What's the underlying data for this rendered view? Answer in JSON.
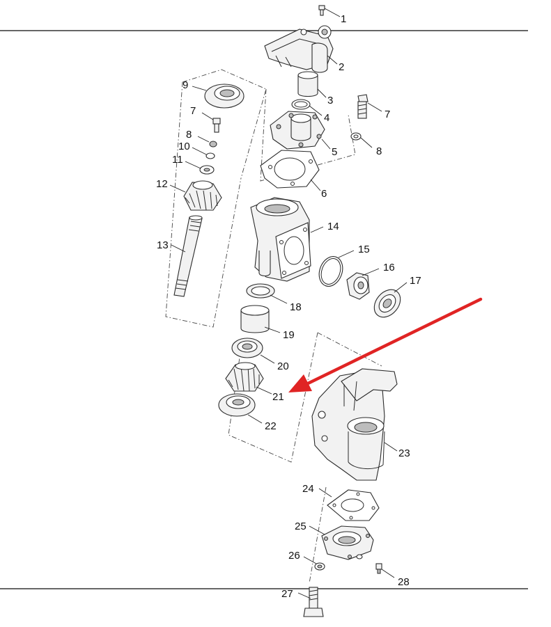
{
  "accent_color": "#e02424",
  "callouts": [
    {
      "id": "p1",
      "label": "1"
    },
    {
      "id": "p2",
      "label": "2"
    },
    {
      "id": "p3",
      "label": "3"
    },
    {
      "id": "p4",
      "label": "4"
    },
    {
      "id": "p5",
      "label": "5"
    },
    {
      "id": "p6",
      "label": "6"
    },
    {
      "id": "p7a",
      "label": "7"
    },
    {
      "id": "p7b",
      "label": "7"
    },
    {
      "id": "p8a",
      "label": "8"
    },
    {
      "id": "p8b",
      "label": "8"
    },
    {
      "id": "p9",
      "label": "9"
    },
    {
      "id": "p10",
      "label": "10"
    },
    {
      "id": "p11",
      "label": "11"
    },
    {
      "id": "p12",
      "label": "12"
    },
    {
      "id": "p13",
      "label": "13"
    },
    {
      "id": "p14",
      "label": "14"
    },
    {
      "id": "p15",
      "label": "15"
    },
    {
      "id": "p16",
      "label": "16"
    },
    {
      "id": "p17",
      "label": "17"
    },
    {
      "id": "p18",
      "label": "18"
    },
    {
      "id": "p19",
      "label": "19"
    },
    {
      "id": "p20",
      "label": "20"
    },
    {
      "id": "p21",
      "label": "21"
    },
    {
      "id": "p22",
      "label": "22"
    },
    {
      "id": "p23",
      "label": "23"
    },
    {
      "id": "p24",
      "label": "24"
    },
    {
      "id": "p25",
      "label": "25"
    },
    {
      "id": "p26",
      "label": "26"
    },
    {
      "id": "p27",
      "label": "27"
    },
    {
      "id": "p28",
      "label": "28"
    }
  ],
  "highlight": {
    "target_label": "21",
    "arrow_icon": "red-arrow-icon"
  }
}
